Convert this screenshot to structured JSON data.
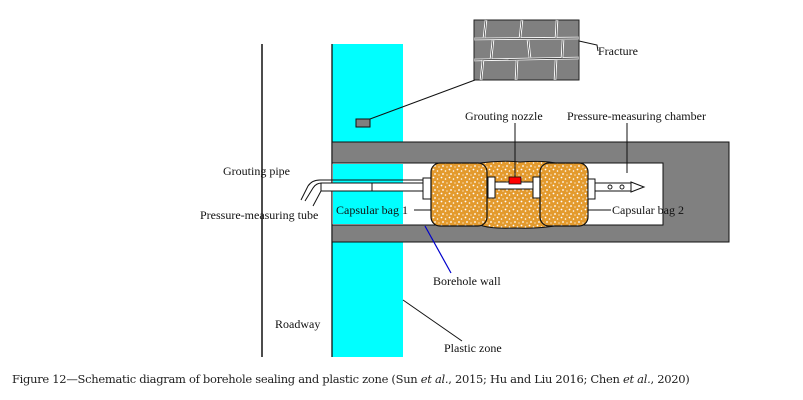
{
  "diagram": {
    "labels": {
      "fracture": "Fracture",
      "grouting_nozzle": "Grouting nozzle",
      "pressure_chamber": "Pressure-measuring chamber",
      "grouting_pipe": "Grouting pipe",
      "pressure_tube": "Pressure-measuring tube",
      "capsular_bag_1": "Capsular bag 1",
      "capsular_bag_2": "Capsular bag 2",
      "borehole_wall": "Borehole wall",
      "roadway": "Roadway",
      "plastic_zone": "Plastic zone"
    },
    "colors": {
      "plastic_zone": "#00ffff",
      "rock": "#808080",
      "bag_fill": "#e39a2d",
      "nozzle": "#ff0000",
      "borehole_wall_leader": "#0000cc"
    }
  },
  "caption": {
    "prefix": "Figure 12—Schematic diagram of borehole sealing and plastic zone (Sun ",
    "etal1": "et al.",
    "mid1": ", 2015; Hu and Liu 2016; Chen ",
    "etal2": "et al.",
    "suffix": ", 2020)"
  }
}
